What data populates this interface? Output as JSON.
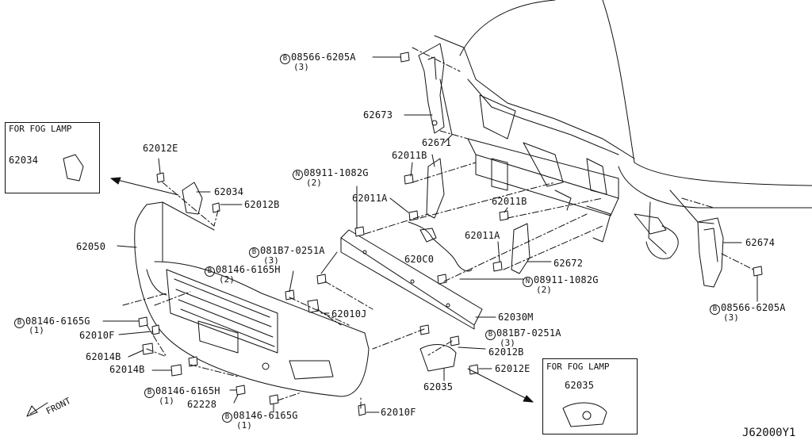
{
  "diagram_id": "J62000Y1",
  "front_label": "FRONT",
  "fog_box_left": {
    "title": "FOR FOG LAMP",
    "part": "62034"
  },
  "fog_box_right": {
    "title": "FOR FOG LAMP",
    "part": "62035"
  },
  "labels": {
    "p62673": "62673",
    "p62671": "62671",
    "p62011B_a": "62011B",
    "p62011A_a": "62011A",
    "p62011B_b": "62011B",
    "p62011A_b": "62011A",
    "p62672": "62672",
    "p62674": "62674",
    "p62012E_a": "62012E",
    "p62034": "62034",
    "p62012B_a": "62012B",
    "p62050": "62050",
    "p620C0": "620C0",
    "p62010J": "62010J",
    "p62030M": "62030M",
    "p62010F_a": "62010F",
    "p62014B_a": "62014B",
    "p62014B_b": "62014B",
    "p62012B_b": "62012B",
    "p62012E_b": "62012E",
    "p62035": "62035",
    "p62228": "62228",
    "p62010F_b": "62010F",
    "b_08566_top": "08566-6205A",
    "q_08566_top": "(3)",
    "n_08911_a": "08911-1082G",
    "q_08911_a": "(2)",
    "b_081B7_a": "081B7-0251A",
    "q_081B7_a": "(3)",
    "b_08146_a": "08146-6165H",
    "q_08146_a": "(2)",
    "b_08146_b": "08146-6165G",
    "q_08146_b": "(1)",
    "n_08911_b": "08911-1082G",
    "q_08911_b": "(2)",
    "b_08566_bot": "08566-6205A",
    "q_08566_bot": "(3)",
    "b_081B7_b": "081B7-0251A",
    "q_081B7_b": "(3)",
    "b_08146_c": "08146-6165H",
    "q_08146_c": "(1)",
    "b_08146_d": "08146-6165G",
    "q_08146_d": "(1)"
  },
  "symbols": {
    "bolt": "B",
    "nut": "N"
  }
}
